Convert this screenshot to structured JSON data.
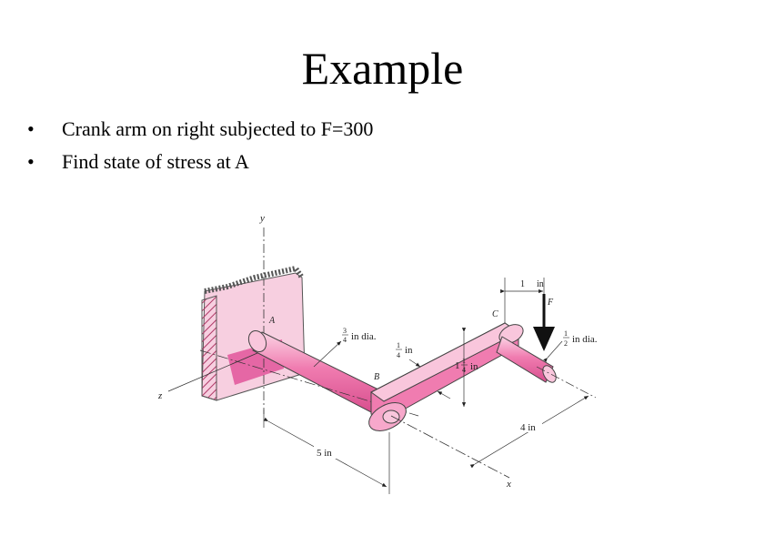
{
  "slide": {
    "title": "Example",
    "bullets": [
      {
        "marker": "•",
        "text": "Crank arm on right subjected to F=300"
      },
      {
        "marker": "•",
        "text": "Find state of stress at A"
      }
    ]
  },
  "figure": {
    "axis_labels": {
      "y": "y",
      "z": "z",
      "x": "x"
    },
    "point_labels": {
      "A": "A",
      "B": "B",
      "C": "C",
      "F": "F"
    },
    "dimensions": {
      "shaft_dia": "in dia.",
      "shaft_dia_frac": {
        "num": "3",
        "den": "4"
      },
      "pin_dia": "in dia.",
      "pin_dia_frac": {
        "num": "1",
        "den": "2"
      },
      "arm_thickness": "in",
      "arm_thickness_frac": {
        "num": "1",
        "den": "4"
      },
      "arm_width_whole": "1",
      "arm_width_frac": {
        "num": "1",
        "den": "4"
      },
      "arm_width_unit": "in",
      "load_offset_value": "1",
      "load_offset_unit": "in",
      "shaft_length": "5 in",
      "arm_length": "4 in"
    },
    "colors": {
      "part_fill": "#f07cb0",
      "part_light": "#f9c6dc",
      "wall_fill": "#f7cfe0",
      "hatch": "#c0406e"
    }
  }
}
